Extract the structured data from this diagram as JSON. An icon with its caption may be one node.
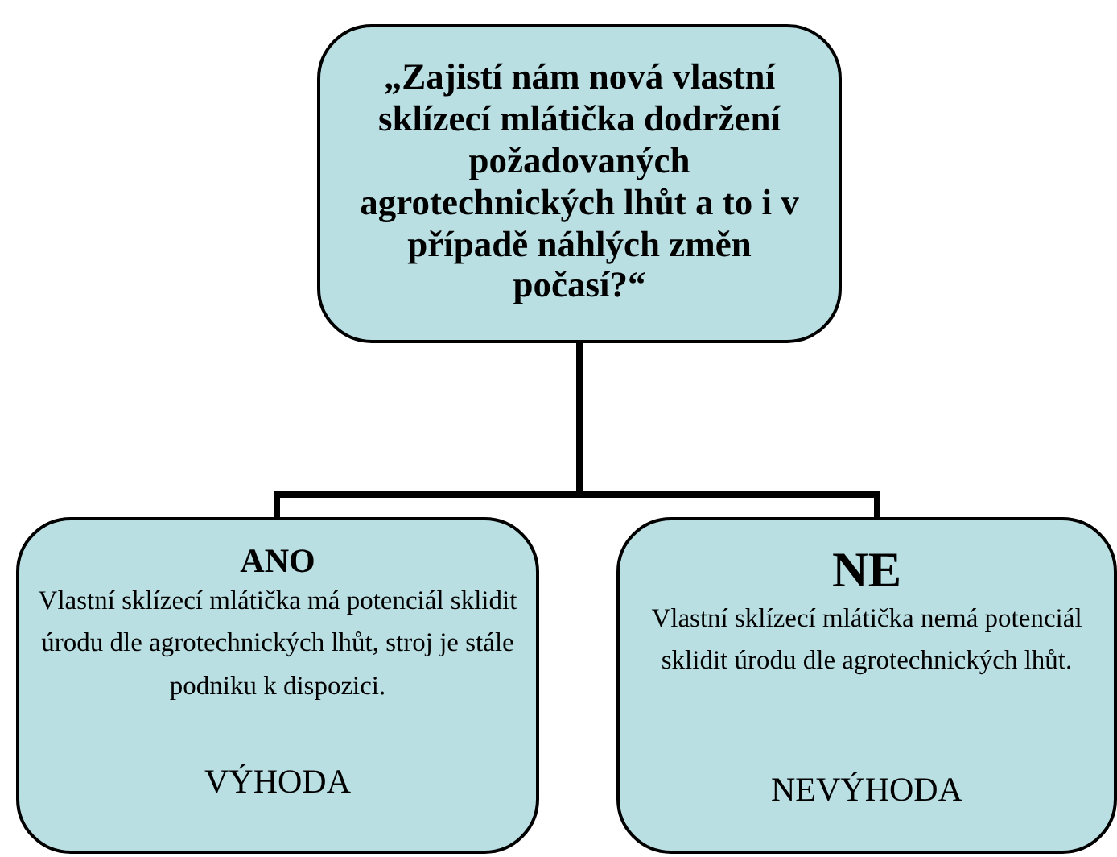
{
  "diagram": {
    "nodes": [
      {
        "text": [
          "„Zajistí nám nová vlastní sklízecí mlátička dodržení požadovaných agrotechnických lhůt a to i v případě náhlých změn počasí?“"
        ]
      },
      {
        "text": [
          "ANO",
          "Vlastní sklízecí mlátička má potenciál sklidit úrodu dle agrotechnických lhůt, stroj je stále podniku k dispozici.",
          "VÝHODA"
        ]
      },
      {
        "text": [
          "NE",
          "Vlastní sklízecí mlátička nemá potenciál sklidit úrodu dle agrotechnických lhůt.",
          "NEVÝHODA"
        ]
      }
    ],
    "edges": [
      {
        "from": 0,
        "to": 1,
        "arrow": "none"
      },
      {
        "from": 0,
        "to": 2,
        "arrow": "none"
      }
    ]
  }
}
